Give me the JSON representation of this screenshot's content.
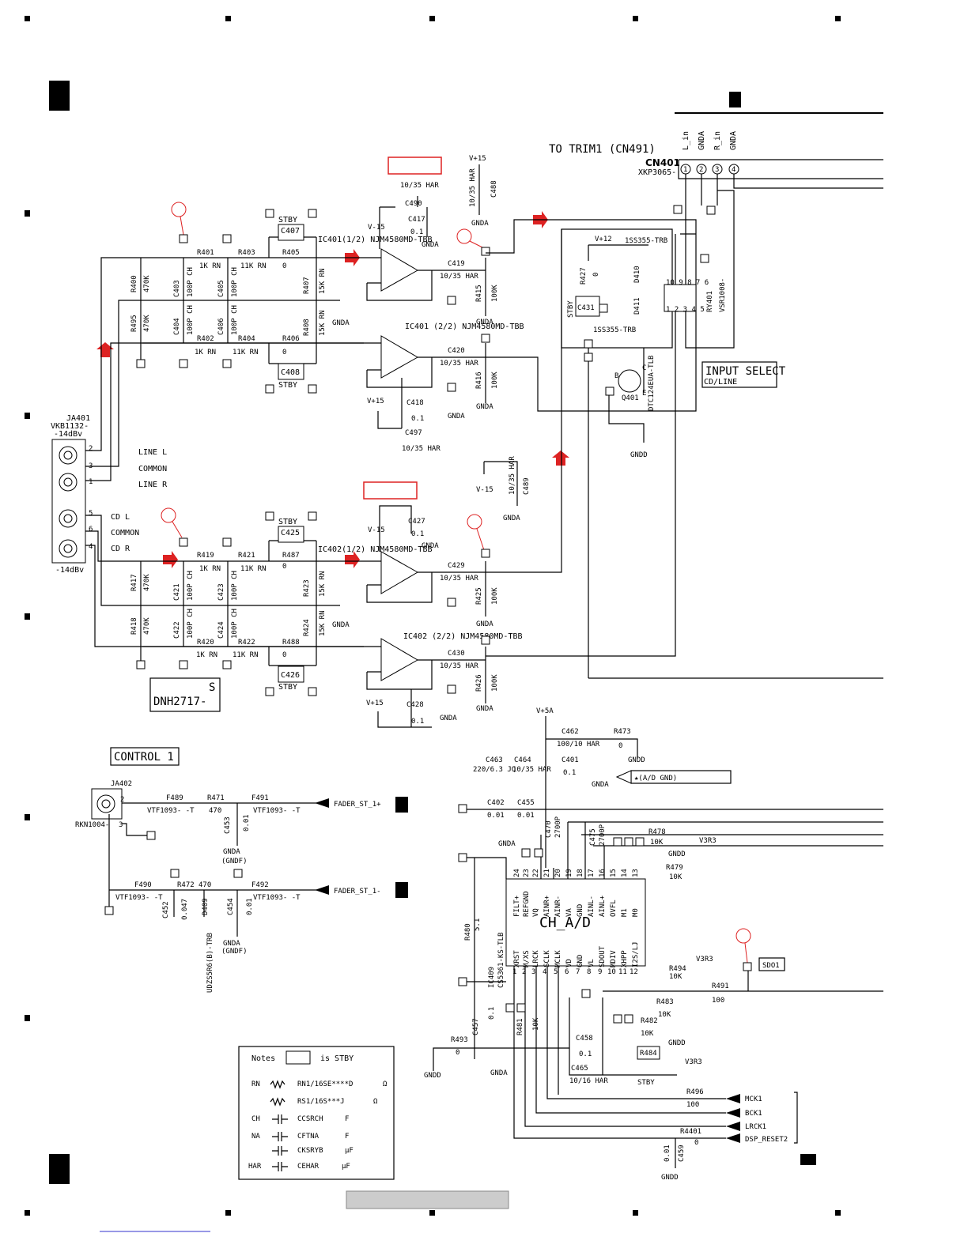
{
  "connector_cn401": {
    "title": "TO TRIM1 (CN491)",
    "ref": "CN401",
    "part": "XKP3065-",
    "pins": [
      "L_in",
      "GNDA",
      "R_in",
      "GNDA"
    ],
    "pin_numbers": [
      "1",
      "2",
      "3",
      "4"
    ]
  },
  "jack_ja401": {
    "ref": "JA401",
    "part": "VKB1132-",
    "level_top": "-14dBv",
    "level_bottom": "-14dBv",
    "labels": [
      "LINE L",
      "COMMON",
      "LINE R",
      "CD L",
      "COMMON",
      "CD R"
    ],
    "pins": [
      "2",
      "3",
      "1",
      "5",
      "6",
      "4"
    ]
  },
  "line_section": {
    "resistors": [
      {
        "ref": "R401",
        "val": "1K RN"
      },
      {
        "ref": "R403",
        "val": "11K RN"
      },
      {
        "ref": "R405",
        "val": "0"
      },
      {
        "ref": "R407",
        "val": "15K RN"
      },
      {
        "ref": "R400",
        "val": "470K"
      },
      {
        "ref": "R495",
        "val": "470K"
      },
      {
        "ref": "R402",
        "val": "1K RN"
      },
      {
        "ref": "R404",
        "val": "11K RN"
      },
      {
        "ref": "R406",
        "val": "0"
      },
      {
        "ref": "R408",
        "val": "15K RN"
      },
      {
        "ref": "R415",
        "val": "100K"
      },
      {
        "ref": "R416",
        "val": "100K"
      }
    ],
    "caps": [
      {
        "ref": "C403",
        "val": "100P CH"
      },
      {
        "ref": "C405",
        "val": "100P CH"
      },
      {
        "ref": "C404",
        "val": "100P CH"
      },
      {
        "ref": "C406",
        "val": "100P CH"
      },
      {
        "ref": "C407",
        "val": "STBY"
      },
      {
        "ref": "C408",
        "val": "STBY"
      },
      {
        "ref": "C490",
        "val": "10/35 HAR"
      },
      {
        "ref": "C417",
        "val": "0.1"
      },
      {
        "ref": "C419",
        "val": "10/35 HAR"
      },
      {
        "ref": "C420",
        "val": "10/35 HAR"
      },
      {
        "ref": "C418",
        "val": "0.1"
      },
      {
        "ref": "C497",
        "val": "10/35 HAR"
      },
      {
        "ref": "C488",
        "val": "10/35 HAR"
      }
    ],
    "opamp_a": "IC401(1/2) NJM4580MD-TBB",
    "opamp_b": "IC401 (2/2) NJM4580MD-TBB"
  },
  "cd_section": {
    "resistors": [
      {
        "ref": "R419",
        "val": "1K RN"
      },
      {
        "ref": "R421",
        "val": "11K RN"
      },
      {
        "ref": "R487",
        "val": "0"
      },
      {
        "ref": "R423",
        "val": "15K RN"
      },
      {
        "ref": "R417",
        "val": "470K"
      },
      {
        "ref": "R418",
        "val": "470K"
      },
      {
        "ref": "R420",
        "val": "1K RN"
      },
      {
        "ref": "R422",
        "val": "11K RN"
      },
      {
        "ref": "R488",
        "val": "0"
      },
      {
        "ref": "R424",
        "val": "15K RN"
      },
      {
        "ref": "R425",
        "val": "100K"
      },
      {
        "ref": "R426",
        "val": "100K"
      }
    ],
    "caps": [
      {
        "ref": "C421",
        "val": "100P CH"
      },
      {
        "ref": "C423",
        "val": "100P CH"
      },
      {
        "ref": "C422",
        "val": "100P CH"
      },
      {
        "ref": "C424",
        "val": "100P CH"
      },
      {
        "ref": "C425",
        "val": "STBY"
      },
      {
        "ref": "C426",
        "val": "STBY"
      },
      {
        "ref": "C427",
        "val": "0.1"
      },
      {
        "ref": "C429",
        "val": "10/35 HAR"
      },
      {
        "ref": "C430",
        "val": "10/35 HAR"
      },
      {
        "ref": "C428",
        "val": "0.1"
      },
      {
        "ref": "C489",
        "val": "10/35 HAR"
      }
    ],
    "opamp_a": "IC402(1/2) NJM4580MD-TBB",
    "opamp_b": "IC402 (2/2) NJM4580MD-TBB"
  },
  "rails": {
    "vp15": "V+15",
    "vm15": "V-15",
    "vp12": "V+12",
    "vp5a": "V+5A",
    "v3r3": "V3R3",
    "gnda": "GNDA",
    "gndd": "GNDD",
    "gndf": "(GNDF)"
  },
  "input_select": {
    "title": "INPUT SELECT",
    "subtitle": "CD/LINE",
    "relay": "RY401",
    "relay_part": "VSR1008-",
    "diode1": "D410",
    "diode2": "D411",
    "diode_part": "1SS355-TRB",
    "cap": "C431",
    "cap_note": "STBY",
    "res": "R427",
    "res_val": "0",
    "transistor": "Q401",
    "transistor_part": "DTC124EUA-TLB"
  },
  "part_code": {
    "code": "DNH2717-",
    "suffix": "S"
  },
  "control": {
    "title": "CONTROL 1",
    "jack": "JA402",
    "jack_part": "RKN1004-",
    "parts": [
      {
        "ref": "F489",
        "val": "VTF1093- -T"
      },
      {
        "ref": "R471",
        "val": "470"
      },
      {
        "ref": "F491",
        "val": "VTF1093- -T"
      },
      {
        "ref": "C453",
        "val": "0.01"
      },
      {
        "ref": "F490",
        "val": "VTF1093- -T"
      },
      {
        "ref": "R472",
        "val": "470"
      },
      {
        "ref": "F492",
        "val": "VTF1093- -T"
      },
      {
        "ref": "C452",
        "val": "0.047"
      },
      {
        "ref": "D409",
        "val": "UDZS5R6(B)-TRB"
      },
      {
        "ref": "C454",
        "val": "0.01"
      }
    ],
    "out1": "FADER_ST_1+",
    "out2": "FADER_ST_1-"
  },
  "adc": {
    "name": "CH_A/D",
    "ref": "IC409",
    "part": "CS5361-KS-TLB",
    "top_pins": [
      "FILT+",
      "REFGND",
      "VQ",
      "AINR+",
      "AINR-",
      "VA",
      "GND",
      "AINL-",
      "AINL+",
      "OVFL",
      "M1",
      "M0"
    ],
    "top_nums": [
      "24",
      "23",
      "22",
      "21",
      "20",
      "19",
      "18",
      "17",
      "16",
      "15",
      "14",
      "13"
    ],
    "bottom_pins": [
      "XRST",
      "M/XS",
      "LRCK",
      "SCLK",
      "MCLK",
      "VD",
      "GND",
      "VL",
      "SDOUT",
      "MDIV",
      "XHPP",
      "I2S/LJ"
    ],
    "bottom_nums": [
      "1",
      "2",
      "3",
      "4",
      "5",
      "6",
      "7",
      "8",
      "9",
      "10",
      "11",
      "12"
    ],
    "parts": [
      {
        "ref": "C462",
        "val": "100/10 HAR"
      },
      {
        "ref": "R473",
        "val": "0"
      },
      {
        "ref": "C401",
        "val": "0.1"
      },
      {
        "ref": "C463",
        "val": "220/6.3 JQ"
      },
      {
        "ref": "C464",
        "val": "10/35 HAR"
      },
      {
        "ref": "C402",
        "val": "0.01"
      },
      {
        "ref": "C455",
        "val": "0.01"
      },
      {
        "ref": "C470",
        "val": "2700P"
      },
      {
        "ref": "C475",
        "val": "2700P"
      },
      {
        "ref": "R478",
        "val": "10K"
      },
      {
        "ref": "R479",
        "val": "10K"
      },
      {
        "ref": "R480",
        "val": "5.1"
      },
      {
        "ref": "R494",
        "val": "10K"
      },
      {
        "ref": "R491",
        "val": "100"
      },
      {
        "ref": "C457",
        "val": "0.1"
      },
      {
        "ref": "R481",
        "val": "10K"
      },
      {
        "ref": "R483",
        "val": "10K"
      },
      {
        "ref": "R482",
        "val": "10K"
      },
      {
        "ref": "R493",
        "val": "0"
      },
      {
        "ref": "C458",
        "val": "0.1"
      },
      {
        "ref": "C465",
        "val": "10/16 HAR"
      },
      {
        "ref": "R484",
        "val": "STBY"
      },
      {
        "ref": "R496",
        "val": "100"
      },
      {
        "ref": "R4401",
        "val": "0"
      },
      {
        "ref": "C459",
        "val": "0.01"
      }
    ],
    "gnd_note": "★(A/D          GND)",
    "sdo": "SDO1",
    "outputs": [
      "MCK1",
      "BCK1",
      "LRCK1",
      "DSP_RESET2"
    ]
  },
  "notes": {
    "title": "Notes",
    "stby": "is STBY",
    "rows": [
      {
        "code": "RN",
        "desc": "RN1/16SE****D",
        "unit": "Ω"
      },
      {
        "code": "",
        "desc": "RS1/16S***J",
        "unit": "Ω"
      },
      {
        "code": "CH",
        "desc": "CCSRCH",
        "unit": "F"
      },
      {
        "code": "NA",
        "desc": "CFTNA",
        "unit": "F"
      },
      {
        "code": "",
        "desc": "CKSRYB",
        "unit": "μF"
      },
      {
        "code": "HAR",
        "desc": "CEHAR",
        "unit": "μF"
      }
    ]
  }
}
